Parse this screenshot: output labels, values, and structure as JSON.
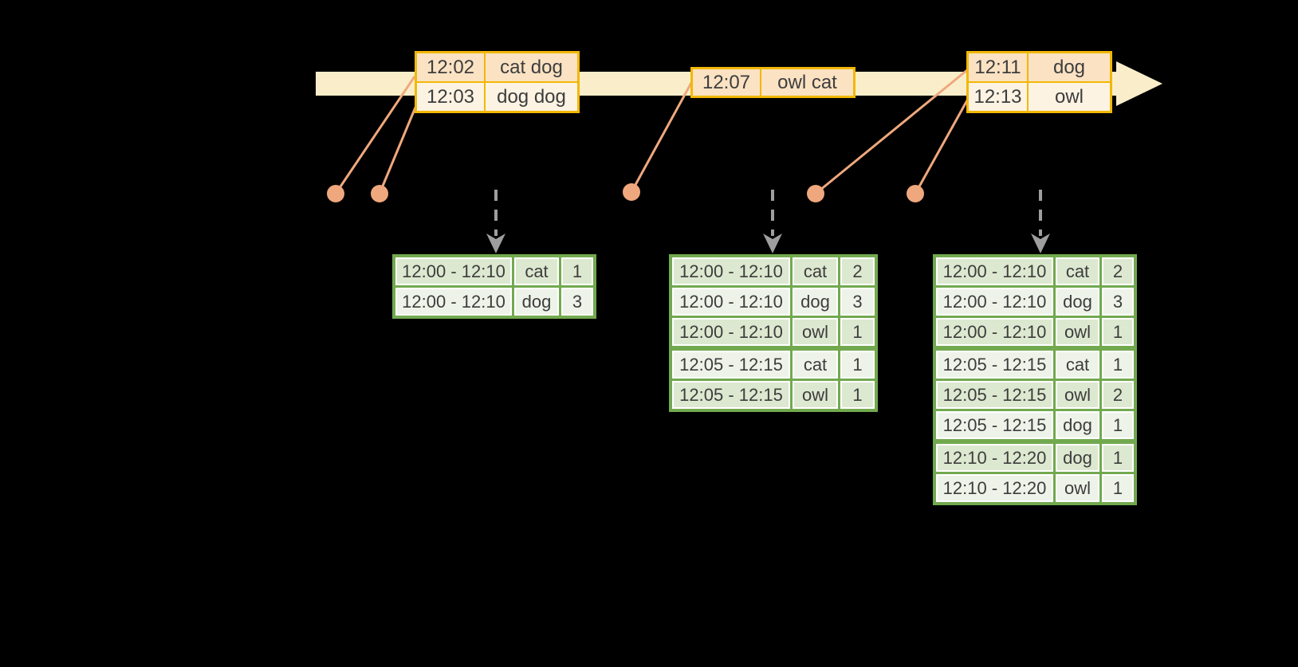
{
  "diagram": {
    "kind": "streaming-windowed-word-count-timeline"
  },
  "colors": {
    "background": "#000000",
    "timeline_band": "#faeeca",
    "event_box_border": "#f2b804",
    "event_row_dark": "#fbe2c3",
    "event_row_light": "#fdf3e3",
    "connector_and_dot": "#efa87d",
    "trigger_arrow_gray": "#9e9e9e",
    "result_table_green": "#72a94f",
    "result_row_dark": "#dde8d0",
    "result_row_light": "#eef3e9",
    "text": "#3d3d3d"
  },
  "timeline": {
    "events": [
      {
        "rows": [
          {
            "time": "12:02",
            "words": "cat dog"
          },
          {
            "time": "12:03",
            "words": "dog dog"
          }
        ]
      },
      {
        "rows": [
          {
            "time": "12:07",
            "words": "owl cat"
          }
        ]
      },
      {
        "rows": [
          {
            "time": "12:11",
            "words": "dog"
          },
          {
            "time": "12:13",
            "words": "owl"
          }
        ]
      }
    ]
  },
  "result_tables": [
    {
      "rows": [
        {
          "window": "12:00 - 12:10",
          "word": "cat",
          "count": "1"
        },
        {
          "window": "12:00 - 12:10",
          "word": "dog",
          "count": "3"
        }
      ]
    },
    {
      "rows": [
        {
          "window": "12:00 - 12:10",
          "word": "cat",
          "count": "2"
        },
        {
          "window": "12:00 - 12:10",
          "word": "dog",
          "count": "3"
        },
        {
          "window": "12:00 - 12:10",
          "word": "owl",
          "count": "1"
        },
        {
          "window": "12:05 - 12:15",
          "word": "cat",
          "count": "1"
        },
        {
          "window": "12:05 - 12:15",
          "word": "owl",
          "count": "1"
        }
      ]
    },
    {
      "rows": [
        {
          "window": "12:00 - 12:10",
          "word": "cat",
          "count": "2"
        },
        {
          "window": "12:00 - 12:10",
          "word": "dog",
          "count": "3"
        },
        {
          "window": "12:00 - 12:10",
          "word": "owl",
          "count": "1"
        },
        {
          "window": "12:05 - 12:15",
          "word": "cat",
          "count": "1"
        },
        {
          "window": "12:05 - 12:15",
          "word": "owl",
          "count": "2"
        },
        {
          "window": "12:05 - 12:15",
          "word": "dog",
          "count": "1"
        },
        {
          "window": "12:10 - 12:20",
          "word": "dog",
          "count": "1"
        },
        {
          "window": "12:10 - 12:20",
          "word": "owl",
          "count": "1"
        }
      ]
    }
  ]
}
